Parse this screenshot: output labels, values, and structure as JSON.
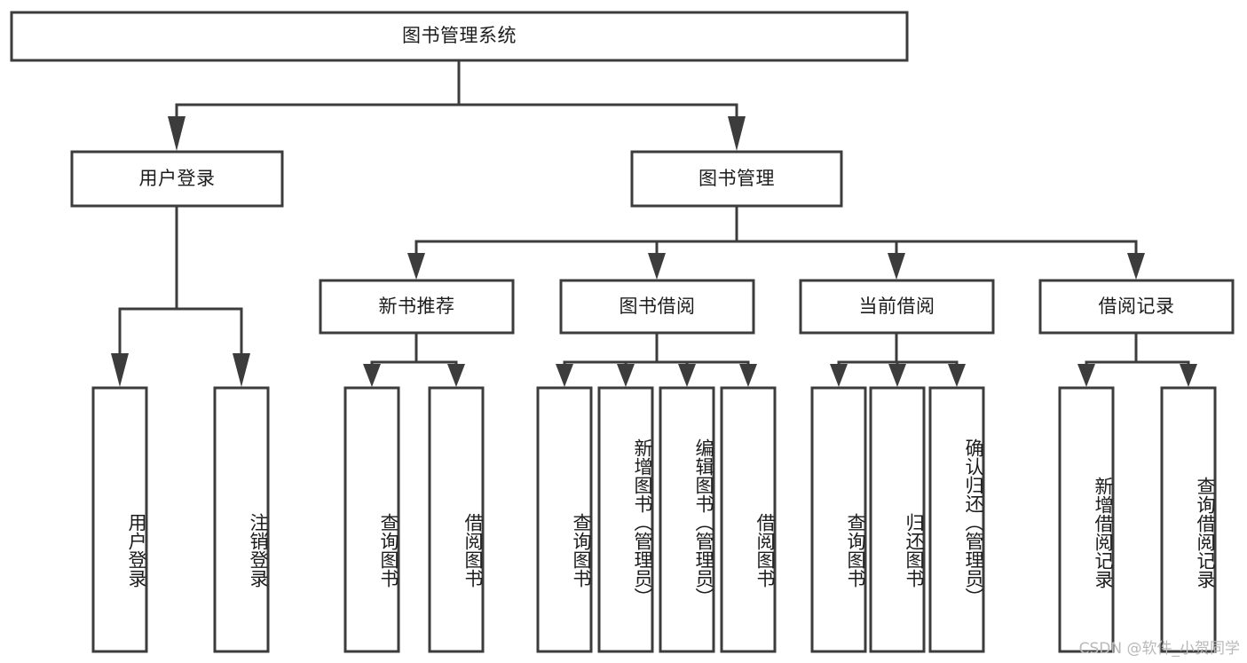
{
  "diagram": {
    "type": "tree-hierarchy",
    "title": "图书管理系统",
    "watermark": "CSDN @软件_小贺同学",
    "colors": {
      "background": "#ffffff",
      "box_fill": "#ffffff",
      "line": "#3c3c3c",
      "text": "#1c1c1c",
      "watermark": "#b9b9b9"
    },
    "levels": {
      "root": {
        "label": "图书管理系统"
      },
      "level2": [
        {
          "id": "user-login",
          "label": "用户登录"
        },
        {
          "id": "book-manage",
          "label": "图书管理"
        }
      ],
      "level3": [
        {
          "id": "new-book-recommend",
          "label": "新书推荐",
          "parent": "book-manage"
        },
        {
          "id": "book-borrow",
          "label": "图书借阅",
          "parent": "book-manage"
        },
        {
          "id": "current-borrow",
          "label": "当前借阅",
          "parent": "book-manage"
        },
        {
          "id": "borrow-record",
          "label": "借阅记录",
          "parent": "book-manage"
        }
      ],
      "leaves": [
        {
          "id": "leaf-user-login",
          "label": "用户登录",
          "parent": "user-login"
        },
        {
          "id": "leaf-logout",
          "label": "注销登录",
          "parent": "user-login"
        },
        {
          "id": "leaf-query-book-1",
          "label": "查询图书",
          "parent": "new-book-recommend"
        },
        {
          "id": "leaf-borrow-book-1",
          "label": "借阅图书",
          "parent": "new-book-recommend"
        },
        {
          "id": "leaf-query-book-2",
          "label": "查询图书",
          "parent": "book-borrow"
        },
        {
          "id": "leaf-add-book",
          "label": "新增图书（管理员）",
          "parent": "book-borrow"
        },
        {
          "id": "leaf-edit-book",
          "label": "编辑图书（管理员）",
          "parent": "book-borrow"
        },
        {
          "id": "leaf-borrow-book-2",
          "label": "借阅图书",
          "parent": "book-borrow"
        },
        {
          "id": "leaf-query-book-3",
          "label": "查询图书",
          "parent": "current-borrow"
        },
        {
          "id": "leaf-return-book",
          "label": "归还图书",
          "parent": "current-borrow"
        },
        {
          "id": "leaf-confirm-return",
          "label": "确认归还（管理员）",
          "parent": "current-borrow"
        },
        {
          "id": "leaf-add-record",
          "label": "新增借阅记录",
          "parent": "borrow-record"
        },
        {
          "id": "leaf-query-record",
          "label": "查询借阅记录",
          "parent": "borrow-record"
        }
      ]
    }
  }
}
